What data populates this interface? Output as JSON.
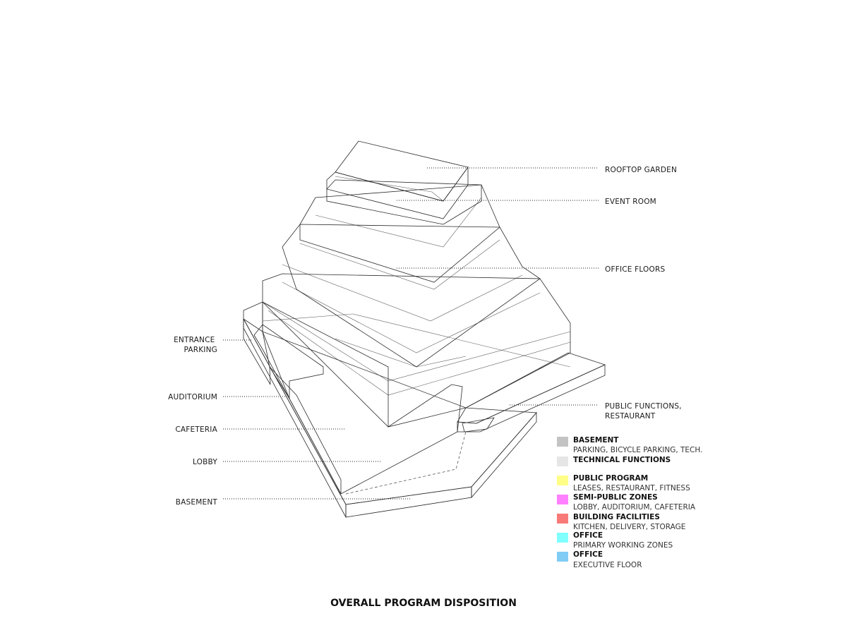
{
  "caption": "OVERALL PROGRAM DISPOSITION",
  "colors": {
    "basement": "#c3c3c3",
    "technical": "#e6e6e6",
    "public": "#ffff88",
    "semi_public": "#ff80ff",
    "facilities": "#f87a78",
    "office": "#80ffff",
    "executive": "#80ccf5"
  },
  "labels_left": [
    {
      "lines": [
        "ENTRANCE",
        "PARKING"
      ]
    },
    {
      "lines": [
        "AUDITORIUM"
      ]
    },
    {
      "lines": [
        "CAFETERIA"
      ]
    },
    {
      "lines": [
        "LOBBY"
      ]
    },
    {
      "lines": [
        "BASEMENT"
      ]
    }
  ],
  "labels_right": [
    {
      "lines": [
        "ROOFTOP GARDEN"
      ]
    },
    {
      "lines": [
        "EVENT ROOM"
      ]
    },
    {
      "lines": [
        "OFFICE FLOORS"
      ]
    },
    {
      "lines": [
        "PUBLIC FUNCTIONS,",
        "RESTAURANT"
      ]
    }
  ],
  "legend": [
    {
      "title": "BASEMENT",
      "sub": "PARKING, BICYCLE PARKING, TECH.",
      "color": "#c3c3c3"
    },
    {
      "title": "TECHNICAL FUNCTIONS",
      "sub": "",
      "color": "#e6e6e6"
    },
    {
      "title": "PUBLIC PROGRAM",
      "sub": "LEASES, RESTAURANT, FITNESS",
      "color": "#ffff88"
    },
    {
      "title": "SEMI-PUBLIC ZONES",
      "sub": "LOBBY, AUDITORIUM, CAFETERIA",
      "color": "#ff80ff"
    },
    {
      "title": "BUILDING FACILITIES",
      "sub": "KITCHEN, DELIVERY, STORAGE",
      "color": "#f87a78"
    },
    {
      "title": "OFFICE",
      "sub": "PRIMARY WORKING ZONES",
      "color": "#80ffff"
    },
    {
      "title": "OFFICE",
      "sub": "EXECUTIVE FLOOR",
      "color": "#80ccf5"
    }
  ]
}
